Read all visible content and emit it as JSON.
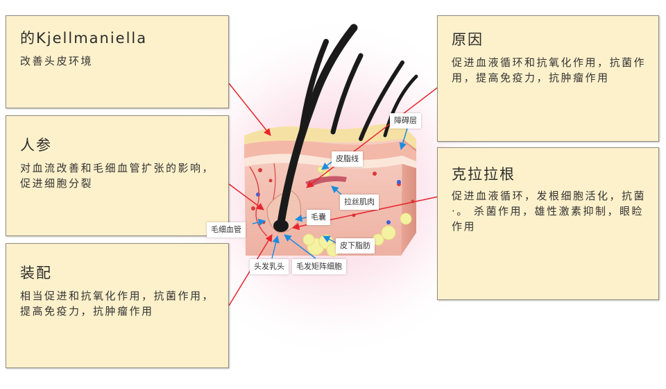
{
  "boxes": [
    {
      "id": "kjell",
      "title": "的Kjellmaniella",
      "text": "改善头皮环境"
    },
    {
      "id": "ginseng",
      "title": "人参",
      "text": "对血流改善和毛细血管扩张的影响，促进细胞分裂"
    },
    {
      "id": "zhuangpei",
      "title": "装配",
      "text": "相当促进和抗氧化作用，抗菌作用，提高免疫力，抗肿瘤作用"
    },
    {
      "id": "yuanyin",
      "title": "原因",
      "text": "促进血液循环和抗氧化作用，抗菌作用，提高免疫力，抗肿瘤作用"
    },
    {
      "id": "kelalagen",
      "title": "克拉拉根",
      "text": "促进血液循环，发根细胞活化，抗菌·。 杀菌作用，雄性激素抑制，眼睑作用"
    }
  ],
  "labels": {
    "barrier": "障碍层",
    "sebaceous": "皮脂线",
    "arrector": "拉丝肌肉",
    "follicle": "毛囊",
    "capillary": "毛细血管",
    "subcutaneous": "皮下脂肪",
    "papilla": "头发乳头",
    "matrix": "毛发矩阵细胞"
  },
  "colors": {
    "box_fill": "#fdf1cb",
    "arrow_red": "#e8242c",
    "arrow_blue": "#1a8ce0",
    "skin": "#efb7a6",
    "hair": "#1a1a1a"
  }
}
